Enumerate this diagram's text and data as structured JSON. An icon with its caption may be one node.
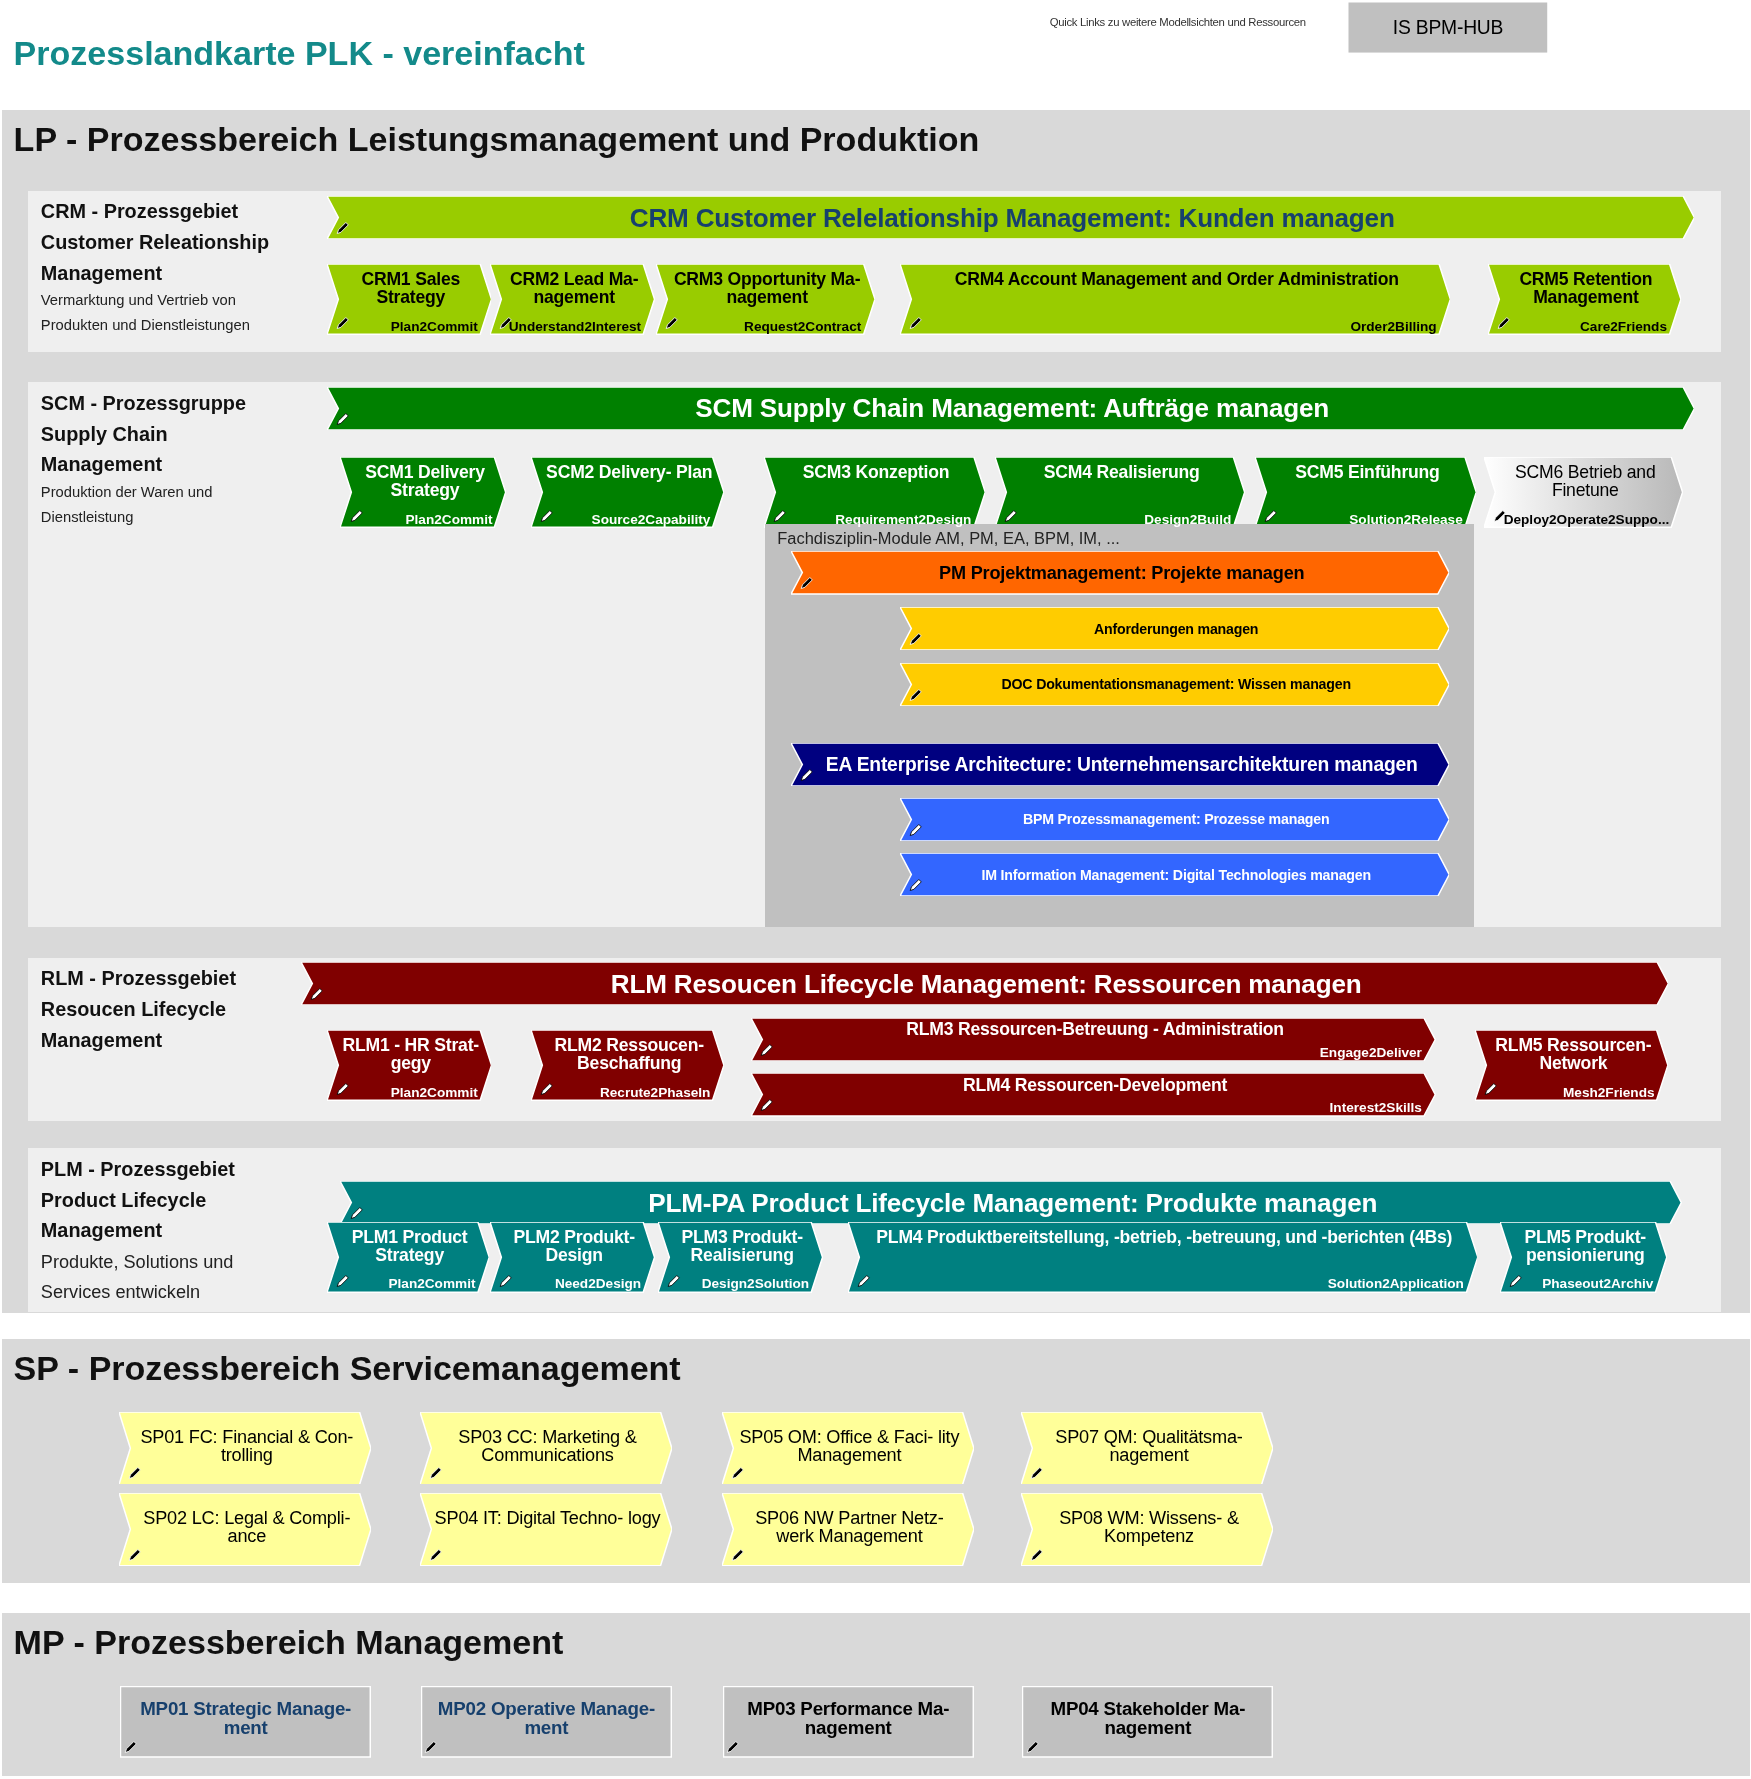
{
  "diagram": {
    "title": "Prozesslandkarte PLK - vereinfacht",
    "nodes": [
      {
        "text": [
          "IS BPM-HUB"
        ]
      },
      {
        "text": [
          "LP - Prozessbereich Leistungsmanagement und Produktion"
        ]
      },
      {
        "text": [
          "CRM - Prozessgebiet Customer Releationship Management",
          "Vermarktung und Vertrieb von Produkten und Dienstleistungen"
        ],
        "in": 1
      },
      {
        "text": [
          "CRM Customer Relelationship Management: Kunden managen"
        ],
        "in": 2
      },
      {
        "text": [
          "CRM1 Sales Strategy",
          "Plan2Commit"
        ],
        "in": 2
      },
      {
        "text": [
          "CRM2 Lead Ma- nagement",
          "Understand2Interest"
        ],
        "in": 2
      },
      {
        "text": [
          "CRM3 Opportunity Ma- nagement",
          "Request2Contract"
        ],
        "in": 2
      },
      {
        "text": [
          "CRM4 Account Management and Order Administration",
          "Order2Billing"
        ],
        "in": 2
      },
      {
        "text": [
          "CRM5 Retention Management",
          "Care2Friends"
        ],
        "in": 2
      },
      {
        "text": [
          "SCM - Prozessgruppe Supply Chain Management",
          "Produktion der Waren und Dienstleistung"
        ],
        "in": 1
      },
      {
        "text": [
          "SCM Supply Chain Management: Aufträge managen"
        ],
        "in": 9
      },
      {
        "text": [
          "SCM1 Delivery Strategy",
          "Plan2Commit"
        ],
        "in": 9
      },
      {
        "text": [
          "SCM2 Delivery- Plan",
          "Source2Capability"
        ],
        "in": 9
      },
      {
        "text": [
          "SCM3 Konzeption",
          "Requirement2Design"
        ],
        "in": 9
      },
      {
        "text": [
          "SCM4 Realisierung",
          "Design2Build"
        ],
        "in": 9
      },
      {
        "text": [
          "SCM5 Einführung",
          "Solution2Release"
        ],
        "in": 9
      },
      {
        "text": [
          "SCM6 Betrieb and Finetune",
          "Deploy2Operate2Suppo..."
        ],
        "in": 9
      },
      {
        "text": [
          "Fachdisziplin-Module AM, PM, EA, BPM, IM, ..."
        ],
        "in": 9
      },
      {
        "text": [
          "PM Projektmanagement: Projekte managen"
        ],
        "in": 17
      },
      {
        "text": [
          "Anforderungen managen"
        ],
        "in": 17
      },
      {
        "text": [
          "DOC Dokumentationsmanagement: Wissen managen"
        ],
        "in": 17
      },
      {
        "text": [
          "EA Enterprise Architecture: Unternehmensarchitekturen managen"
        ],
        "in": 17
      },
      {
        "text": [
          "BPM Prozessmanagement: Prozesse managen"
        ],
        "in": 17
      },
      {
        "text": [
          "IM Information Management: Digital Technologies managen"
        ],
        "in": 17
      },
      {
        "text": [
          "RLM - Prozessgebiet Resoucen Lifecycle Management"
        ],
        "in": 1
      },
      {
        "text": [
          "RLM Resoucen Lifecycle Management: Ressourcen managen"
        ],
        "in": 24
      },
      {
        "text": [
          "RLM1 - HR Strat- gegy",
          "Plan2Commit"
        ],
        "in": 24
      },
      {
        "text": [
          "RLM2 Ressoucen- Beschaffung",
          "Recrute2PhaseIn"
        ],
        "in": 24
      },
      {
        "text": [
          "RLM3 Ressourcen-Betreuung - Administration",
          "Engage2Deliver"
        ],
        "in": 24
      },
      {
        "text": [
          "RLM4 Ressourcen-Development",
          "Interest2Skills"
        ],
        "in": 24
      },
      {
        "text": [
          "RLM5 Ressourcen- Network",
          "Mesh2Friends"
        ],
        "in": 24
      },
      {
        "text": [
          "PLM - Prozessgebiet Product Lifecycle Management",
          "Produkte, Solutions und Services entwickeln"
        ],
        "in": 1
      },
      {
        "text": [
          "PLM-PA Product Lifecycle Management: Produkte managen"
        ],
        "in": 31
      },
      {
        "text": [
          "PLM1 Product Strategy",
          "Plan2Commit"
        ],
        "in": 31
      },
      {
        "text": [
          "PLM2 Produkt- Design",
          "Need2Design"
        ],
        "in": 31
      },
      {
        "text": [
          "PLM3 Produkt- Realisierung",
          "Design2Solution"
        ],
        "in": 31
      },
      {
        "text": [
          "PLM4 Produktbereitstellung, -betrieb, -betreuung, und -berichten (4Bs)",
          "Solution2Application"
        ],
        "in": 31
      },
      {
        "text": [
          "PLM5 Produkt- pensionierung",
          "Phaseout2Archiv"
        ],
        "in": 31
      },
      {
        "text": [
          "SP - Prozessbereich Servicemanagement"
        ]
      },
      {
        "text": [
          "SP01 FC: Financial & Con- trolling"
        ],
        "in": 38
      },
      {
        "text": [
          "SP03 CC: Marketing & Communications"
        ],
        "in": 38
      },
      {
        "text": [
          "SP05 OM: Office & Faci- lity Management"
        ],
        "in": 38
      },
      {
        "text": [
          "SP07 QM: Qualitätsma- nagement"
        ],
        "in": 38
      },
      {
        "text": [
          "SP02 LC: Legal & Compli- ance"
        ],
        "in": 38
      },
      {
        "text": [
          "SP04 IT: Digital Techno- logy"
        ],
        "in": 38
      },
      {
        "text": [
          "SP06 NW Partner Netz- werk Management"
        ],
        "in": 38
      },
      {
        "text": [
          "SP08 WM: Wissens- & Kompetenz"
        ],
        "in": 38
      },
      {
        "text": [
          "MP - Prozessbereich Management"
        ]
      },
      {
        "text": [
          "MP01 Strategic Manage- ment"
        ],
        "in": 47
      },
      {
        "text": [
          "MP02 Operative Manage- ment"
        ],
        "in": 47
      },
      {
        "text": [
          "MP03 Performance Ma- nagement"
        ],
        "in": 47
      },
      {
        "text": [
          "MP04 Stakeholder Ma- nagement"
        ],
        "in": 47
      }
    ],
    "edges": [],
    "labels": [
      "Quick Links zu weitere Modellsichten und Ressourcen"
    ]
  }
}
